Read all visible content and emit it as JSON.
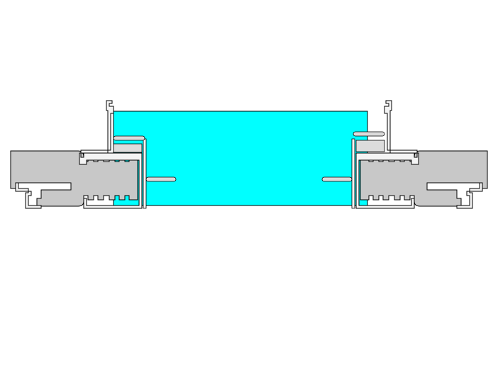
{
  "colors": {
    "background": "#ffffff",
    "glass": "#00ffff",
    "insulation": "#c8c8c8",
    "frame_profile": "#f4f4f4",
    "gasket": "#dcdcdc",
    "outline": "#000000"
  },
  "components": {
    "glass_pane": "glass-pane",
    "left_insulation_panel": "insulation-panel-left",
    "right_insulation_panel": "insulation-panel-right",
    "left_frame_profile": "frame-profile-left",
    "right_frame_profile": "frame-profile-right"
  }
}
